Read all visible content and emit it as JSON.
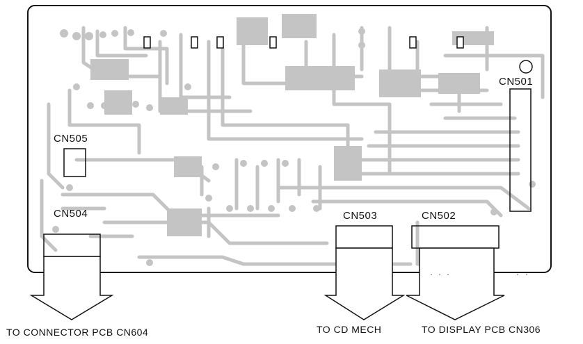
{
  "connectors": {
    "cn501": "CN501",
    "cn502": "CN502",
    "cn503": "CN503",
    "cn504": "CN504",
    "cn505": "CN505"
  },
  "destinations": {
    "connector_pcb": "TO CONNECTOR PCB CN604",
    "cd_mech": "TO CD MECH",
    "display_pcb": "TO DISPLAY PCB CN306"
  },
  "colors": {
    "trace": "#c4c4c4",
    "outline": "#111111",
    "background": "#ffffff"
  }
}
